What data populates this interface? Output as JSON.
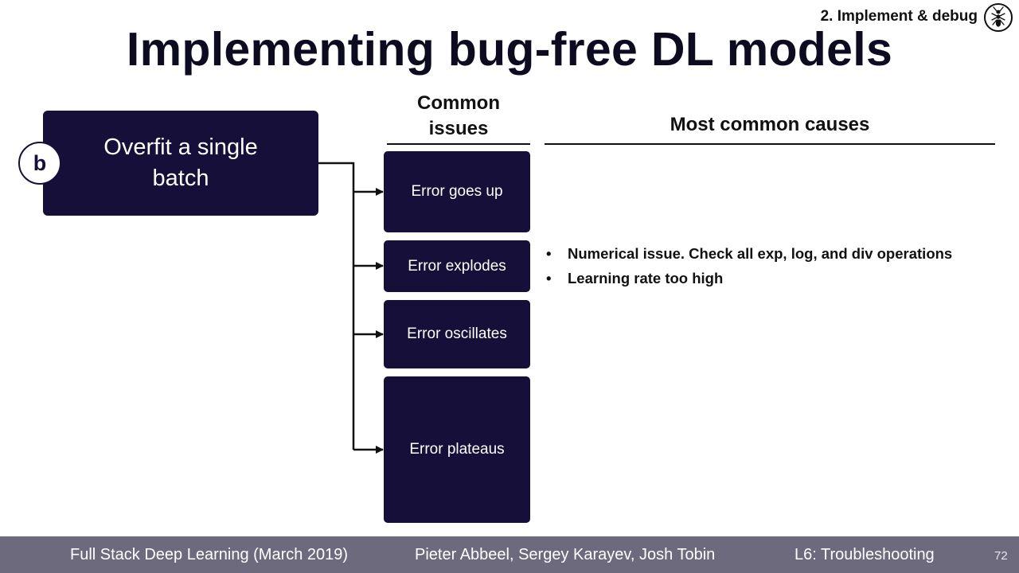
{
  "header": {
    "section_tag": "2. Implement & debug",
    "logo_icon": "ant-icon",
    "title": "Implementing bug-free DL models"
  },
  "diagram": {
    "step_label": "b",
    "main_node": "Overfit a single batch",
    "columns": {
      "issues_header": "Common issues",
      "causes_header": "Most common causes"
    },
    "issues": [
      {
        "label": "Error goes up"
      },
      {
        "label": "Error explodes"
      },
      {
        "label": "Error oscillates"
      },
      {
        "label": "Error plateaus"
      }
    ],
    "causes": {
      "bullet": "•",
      "items": [
        "Numerical issue. Check all exp, log, and div operations",
        "Learning rate too high"
      ]
    }
  },
  "footer": {
    "course": "Full Stack Deep Learning (March 2019)",
    "authors": "Pieter Abbeel, Sergey Karayev, Josh Tobin",
    "lecture": "L6: Troubleshooting",
    "page": "72"
  },
  "colors": {
    "box_fill": "#150f3a",
    "footer_bg": "#6e6a7e",
    "text": "#111111"
  }
}
